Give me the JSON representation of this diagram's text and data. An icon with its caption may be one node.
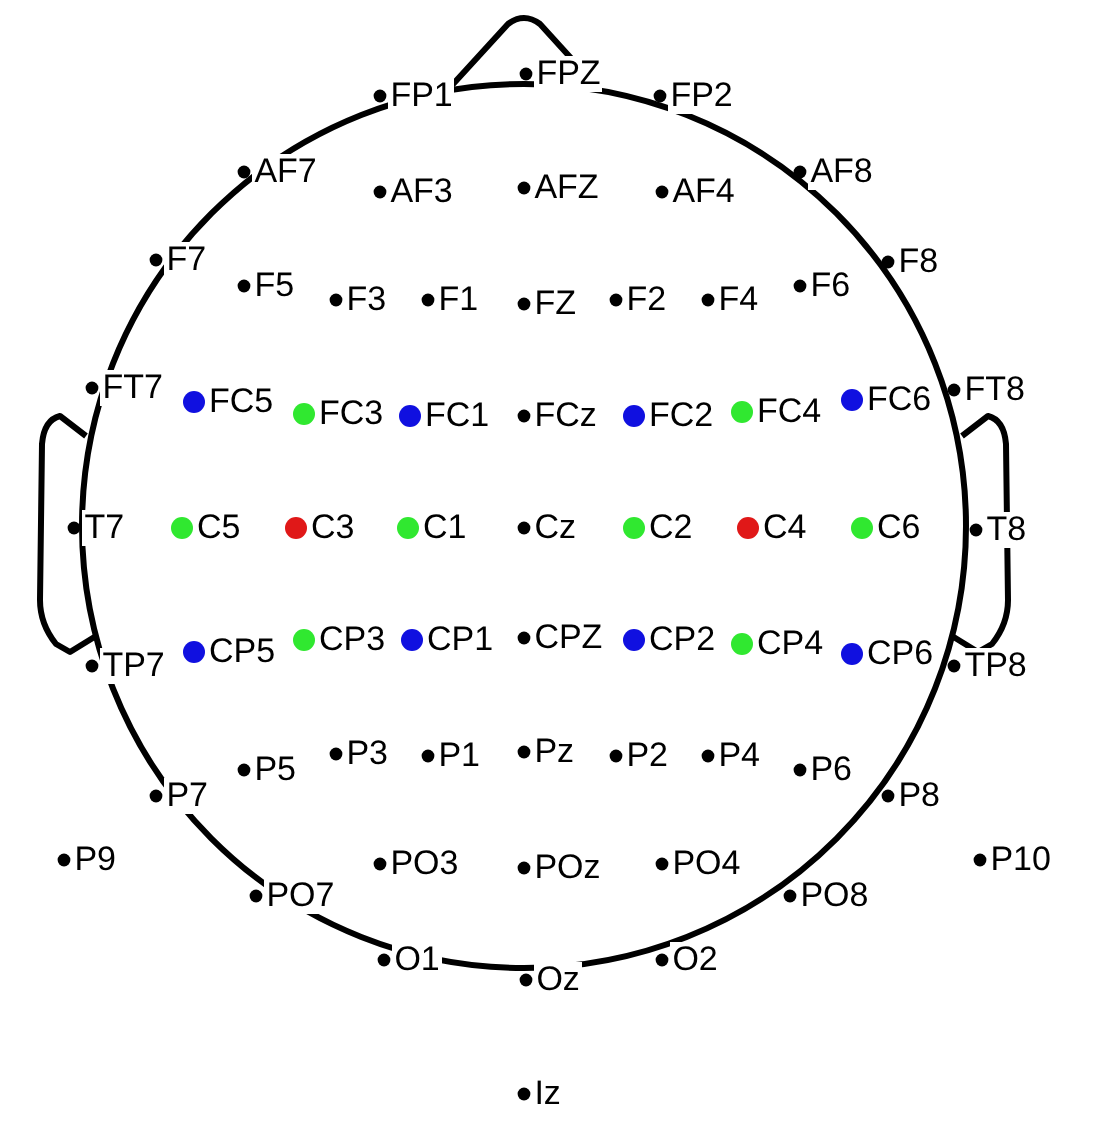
{
  "diagram": {
    "labels": [
      "FP1",
      "FPZ",
      "FP2",
      "AF7",
      "AF3",
      "AFZ",
      "AF4",
      "AF8",
      "F7",
      "F5",
      "F3",
      "F1",
      "FZ",
      "F2",
      "F4",
      "F6",
      "F8",
      "FT7",
      "FC5",
      "FC3",
      "FC1",
      "FCz",
      "FC2",
      "FC4",
      "FC6",
      "FT8",
      "T7",
      "C5",
      "C3",
      "C1",
      "Cz",
      "C2",
      "C4",
      "C6",
      "T8",
      "TP7",
      "CP5",
      "CP3",
      "CP1",
      "CPZ",
      "CP2",
      "CP4",
      "CP6",
      "TP8",
      "P7",
      "P5",
      "P3",
      "P1",
      "Pz",
      "P2",
      "P4",
      "P6",
      "P8",
      "P9",
      "PO7",
      "PO3",
      "POz",
      "PO4",
      "PO8",
      "P10",
      "O1",
      "Oz",
      "O2",
      "Iz"
    ]
  }
}
